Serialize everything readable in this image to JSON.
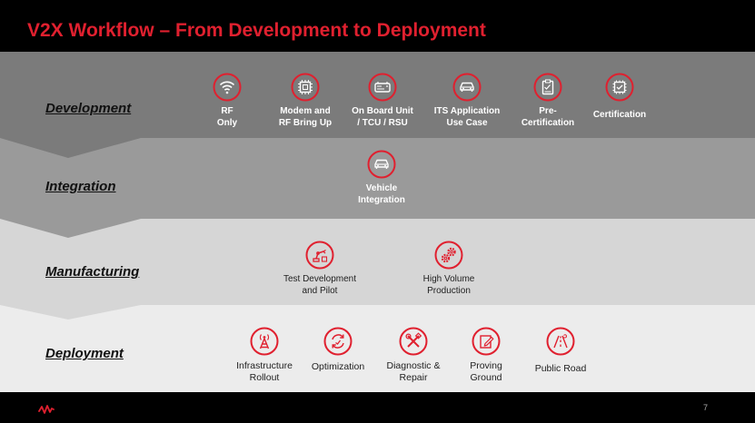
{
  "title": "V2X Workflow – From Development to Deployment",
  "page_number": "7",
  "colors": {
    "accent": "#e0202f",
    "dev_band": "#7b7b7b",
    "int_band": "#9a9a9a",
    "man_band": "#d6d6d6",
    "dep_band": "#ececec"
  },
  "stages": {
    "development": {
      "label": "Development",
      "items": [
        {
          "label": "RF\nOnly",
          "icon": "wifi-icon"
        },
        {
          "label": "Modem and\nRF Bring Up",
          "icon": "chip-icon"
        },
        {
          "label": "On Board Unit\n/ TCU / RSU",
          "icon": "obu-device-icon"
        },
        {
          "label": "ITS Application\nUse Case",
          "icon": "car-front-icon"
        },
        {
          "label": "Pre-\nCertification",
          "icon": "clipboard-icon"
        },
        {
          "label": "Certification",
          "icon": "certified-chip-icon"
        }
      ]
    },
    "integration": {
      "label": "Integration",
      "items": [
        {
          "label": "Vehicle\nIntegration",
          "icon": "car-front-icon"
        }
      ]
    },
    "manufacturing": {
      "label": "Manufacturing",
      "items": [
        {
          "label": "Test Development\nand Pilot",
          "icon": "robot-arm-icon"
        },
        {
          "label": "High Volume\nProduction",
          "icon": "gears-icon"
        }
      ]
    },
    "deployment": {
      "label": "Deployment",
      "items": [
        {
          "label": "Infrastructure\nRollout",
          "icon": "tower-icon"
        },
        {
          "label": "Optimization",
          "icon": "optimize-cycle-icon"
        },
        {
          "label": "Diagnostic &\nRepair",
          "icon": "tools-icon"
        },
        {
          "label": "Proving\nGround",
          "icon": "edit-note-icon"
        },
        {
          "label": "Public Road",
          "icon": "road-icon"
        }
      ]
    }
  }
}
